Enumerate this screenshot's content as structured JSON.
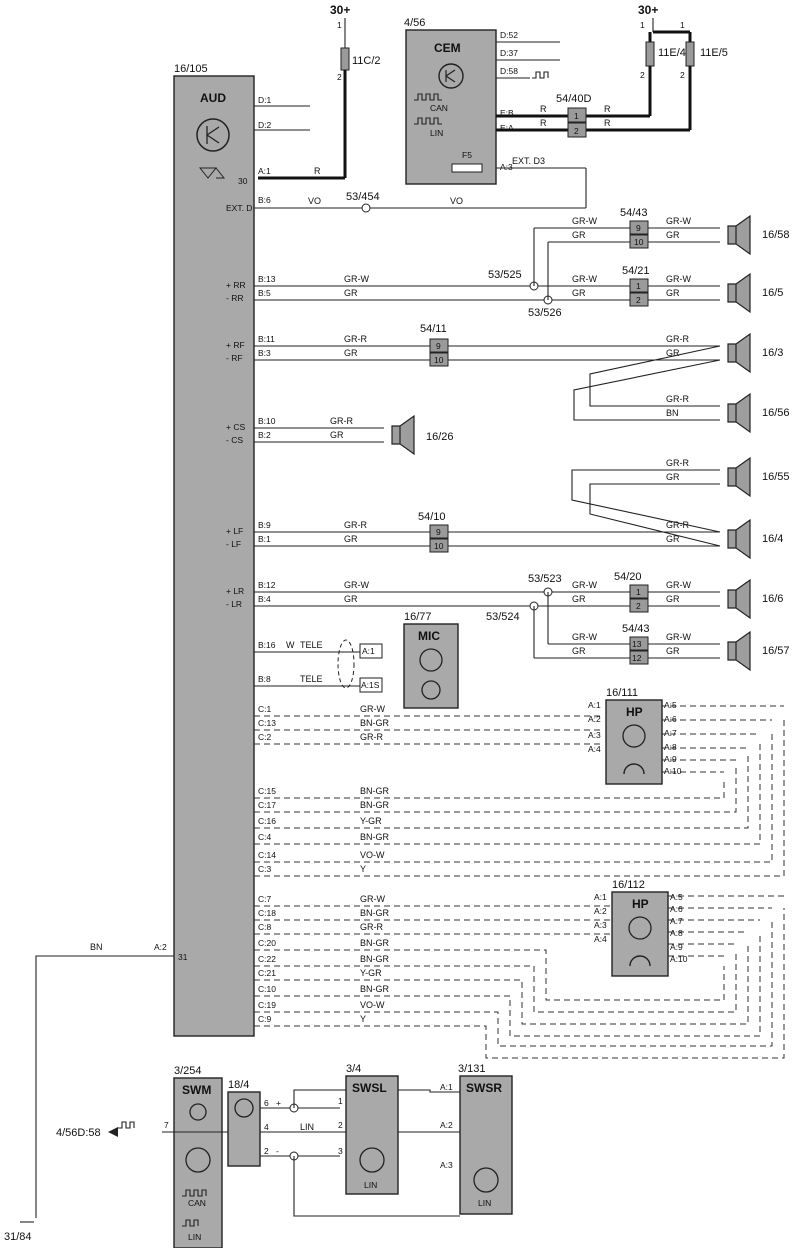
{
  "supplies": {
    "top_left": "30+",
    "top_right": "30+",
    "fuse_aud": "11C/2",
    "fuse_e4": "11E/4",
    "fuse_e5": "11E/5",
    "pin1": "1",
    "pin2": "2"
  },
  "aud": {
    "ref": "16/105",
    "name": "AUD",
    "pin30": "30",
    "pin31": "31",
    "ext_d": "EXT. D",
    "channels": [
      "+ RR",
      "- RR",
      "+ RF",
      "- RF",
      "+ CS",
      "- CS",
      "+ LF",
      "- LF",
      "+ LR",
      "- LR"
    ],
    "pins_b": [
      "B:13",
      "B:5",
      "B:11",
      "B:3",
      "B:10",
      "B:2",
      "B:9",
      "B:1",
      "B:12",
      "B:4"
    ],
    "pins_top": [
      "D:1",
      "D:2",
      "A:1",
      "B:6"
    ],
    "tele_pins": [
      "B:16",
      "B:8"
    ],
    "ground_pin": "A:2",
    "c_pins_1": [
      "C:1",
      "C:13",
      "C:2",
      "C:15",
      "C:17",
      "C:16",
      "C:4",
      "C:14",
      "C:3"
    ],
    "c_pins_2": [
      "C:7",
      "C:18",
      "C:8",
      "C:20",
      "C:22",
      "C:21",
      "C:10",
      "C:19",
      "C:9"
    ]
  },
  "cem": {
    "ref": "4/56",
    "name": "CEM",
    "can": "CAN",
    "lin": "LIN",
    "fuse": "F5",
    "ext": "EXT. D3",
    "pins": [
      "D:52",
      "D:37",
      "D:58",
      "E:B",
      "E:A",
      "A:3"
    ]
  },
  "wires": {
    "r": "R",
    "vo": "VO",
    "grw": "GR-W",
    "gr": "GR",
    "grr": "GR-R",
    "bn": "BN",
    "bngr": "BN-GR",
    "ygr": "Y-GR",
    "vow": "VO-W",
    "y": "Y",
    "w": "W",
    "tele": "TELE"
  },
  "connectors": {
    "c5440d": "54/40D",
    "c53454": "53/454",
    "c5443a": "54/43",
    "c5421": "54/21",
    "c53525": "53/525",
    "c53526": "53/526",
    "c5411": "54/11",
    "c5410": "54/10",
    "c53523": "53/523",
    "c53524": "53/524",
    "c5420": "54/20",
    "c5443b": "54/43",
    "p1": "1",
    "p2": "2",
    "p9": "9",
    "p10": "10",
    "p13": "13",
    "p12": "12"
  },
  "speakers": [
    "16/58",
    "16/5",
    "16/3",
    "16/56",
    "16/26",
    "16/55",
    "16/4",
    "16/6",
    "16/57"
  ],
  "mic": {
    "ref": "16/77",
    "name": "MIC",
    "pins": [
      "A:1",
      "A:1S"
    ]
  },
  "hp1": {
    "ref": "16/111",
    "name": "HP",
    "left_pins": [
      "A:1",
      "A:2",
      "A:3",
      "A:4"
    ],
    "right_pins": [
      "A:5",
      "A:6",
      "A:7",
      "A:8",
      "A:9",
      "A:10"
    ]
  },
  "hp2": {
    "ref": "16/112",
    "name": "HP",
    "left_pins": [
      "A:1",
      "A:2",
      "A:3",
      "A:4"
    ],
    "right_pins": [
      "A:5",
      "A:6",
      "A:7",
      "A:8",
      "A:9",
      "A:10"
    ]
  },
  "bottom": {
    "swm_ref": "3/254",
    "swm": "SWM",
    "conn184": "18/4",
    "swsl_ref": "3/4",
    "swsl": "SWSL",
    "swsr_ref": "3/131",
    "swsr": "SWSR",
    "can": "CAN",
    "lin": "LIN",
    "lin_wire": "LIN",
    "ext_ref": "4/56D:58",
    "ground": "31/84",
    "pin7": "7",
    "pin6": "6",
    "pin4": "4",
    "pin2": "2",
    "plus": "+",
    "minus": "-",
    "p1": "1",
    "p2": "2",
    "p3": "3",
    "swsr_pins": [
      "A:1",
      "A:2",
      "A:3"
    ]
  }
}
